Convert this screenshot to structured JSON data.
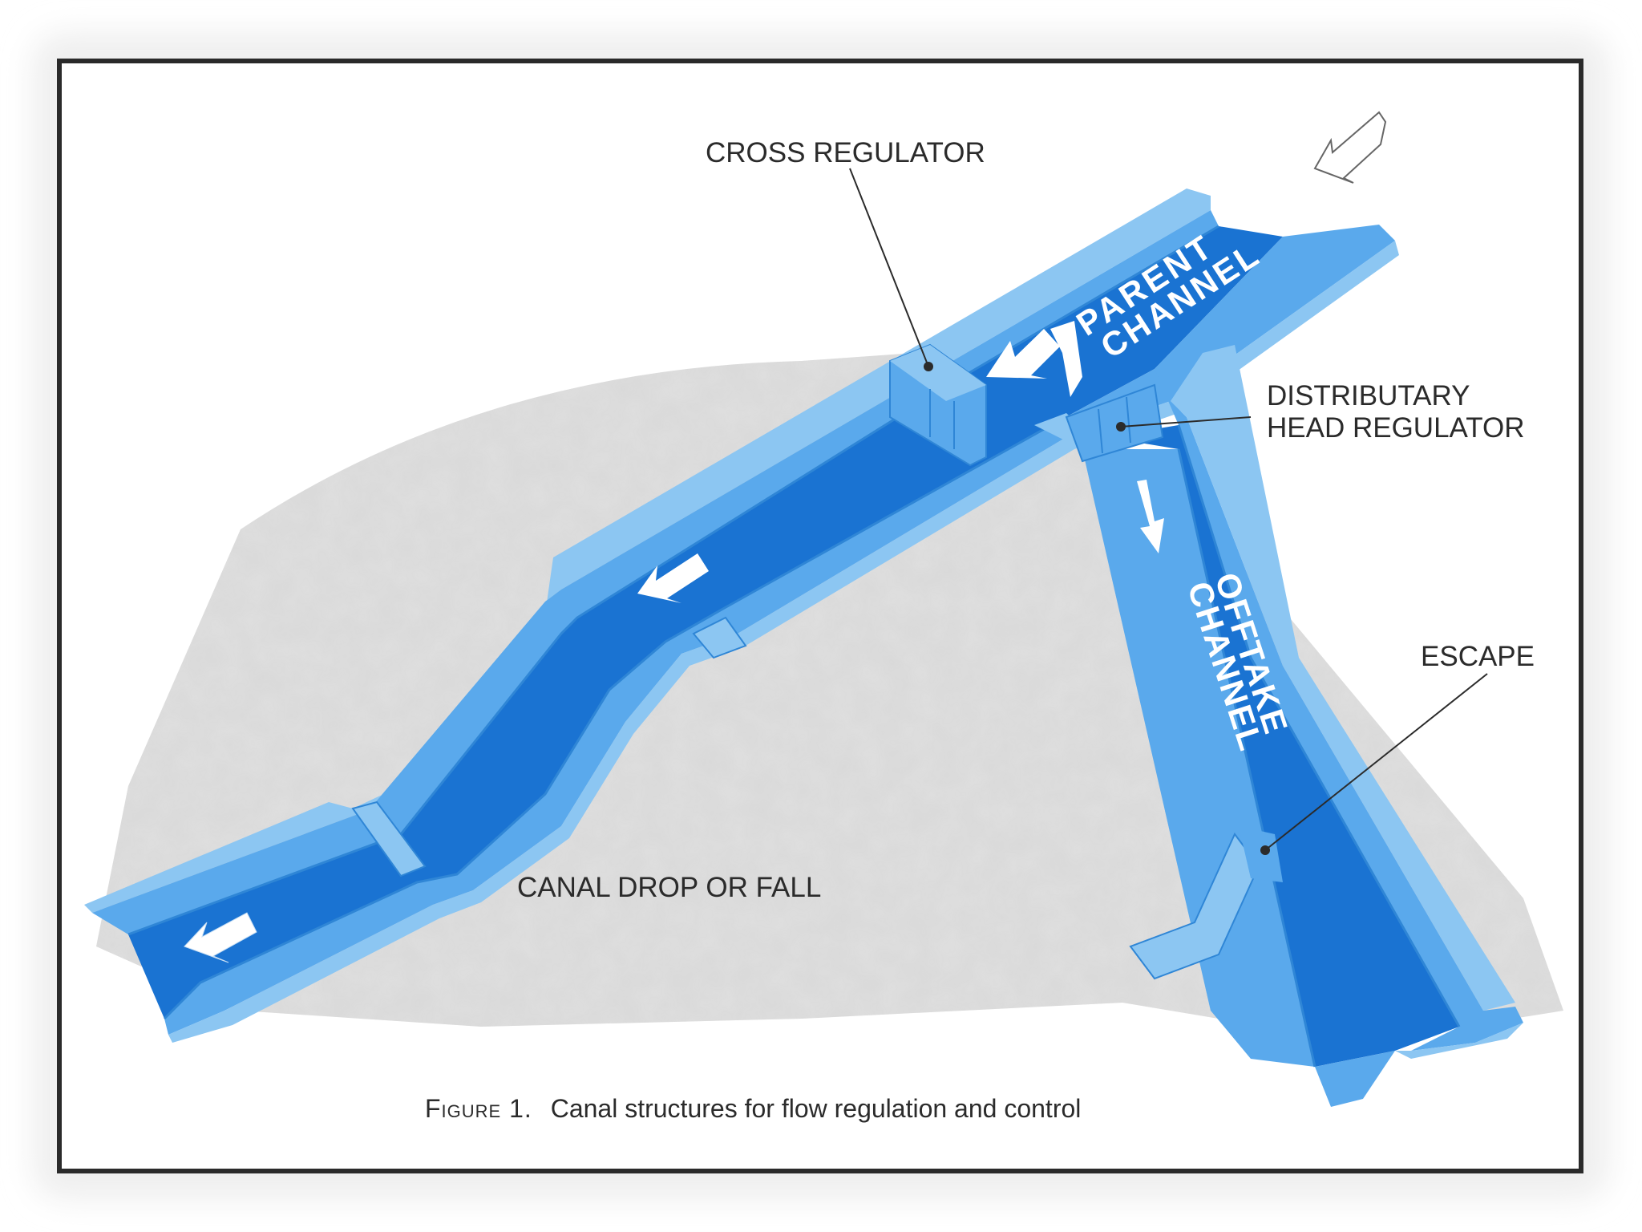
{
  "figure": {
    "caption_prefix": "Figure 1.",
    "caption_text": "Canal structures for flow regulation and control"
  },
  "labels": {
    "cross_regulator": "CROSS REGULATOR",
    "distributary_line1": "DISTRIBUTARY",
    "distributary_line2": "HEAD REGULATOR",
    "escape": "ESCAPE",
    "canal_drop": "CANAL DROP OR FALL"
  },
  "channels": {
    "parent_line1": "PARENT",
    "parent_line2": "CHANNEL",
    "offtake_line1": "OFFTAKE",
    "offtake_line2": "CHANNEL"
  },
  "colors": {
    "water": "#1a73d2",
    "bank": "#5aa9ec",
    "bank_light": "#8cc6f2",
    "bank_dark": "#2f86d6",
    "ground": "#d5d5d5",
    "frame": "#2a2a2a"
  },
  "icons": [
    "flow-arrow-icon",
    "north-arrow-icon"
  ]
}
